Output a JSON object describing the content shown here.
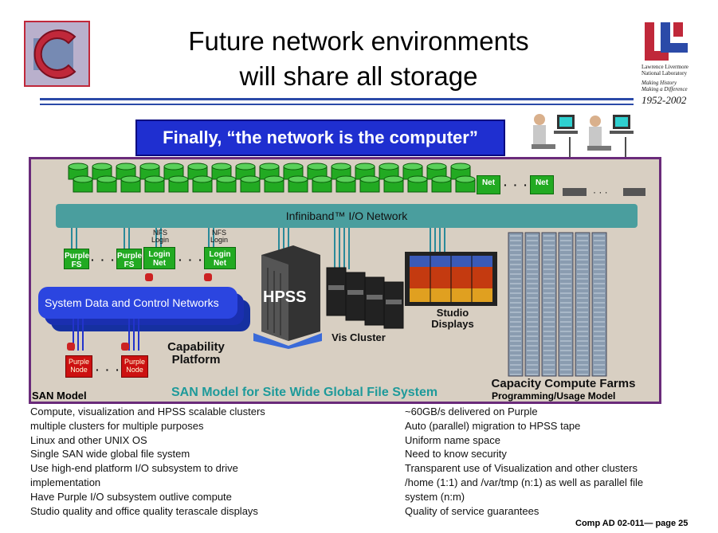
{
  "title_line1": "Future network environments",
  "title_line2": "will share all storage",
  "logo_right": {
    "line1": "Lawrence Livermore",
    "line2": "National Laboratory",
    "tag1": "Making History",
    "tag2": "Making a Difference",
    "years": "1952-2002"
  },
  "banner": "Finally, “the network is the computer”",
  "diagram": {
    "net_box": "Net",
    "infiniband": "Infiniband™ I/O Network",
    "purple_fs": "Purple FS",
    "nfs_login": "NFS Login",
    "login_net": "Login Net",
    "system_networks": "System Data and Control Networks",
    "hpss": "HPSS",
    "vis_cluster": "Vis Cluster",
    "studio_displays": "Studio Displays",
    "purple_node": "Purple Node",
    "capability_platform": "Capability Platform",
    "capacity_farms": "Capacity Compute Farms",
    "san_label": "SAN Model for Site Wide Global File System",
    "san_model": "SAN Model",
    "prog_model": "Programming/Usage Model"
  },
  "left_bullets": [
    "Compute, visualization and HPSS scalable clusters",
    "multiple clusters for multiple purposes",
    "Linux and other UNIX OS",
    "Single SAN wide global file system",
    "Use high-end platform I/O subsystem to drive",
    "implementation",
    "Have Purple I/O subsystem outlive compute",
    "Studio quality and office quality terascale displays"
  ],
  "right_bullets": [
    "~60GB/s delivered on Purple",
    "Auto (parallel) migration to HPSS tape",
    "Uniform name space",
    "Need to know security",
    "Transparent use of Visualization and other clusters",
    "/home (1:1) and /var/tmp (n:1) as well as parallel file",
    "system (n:m)",
    "Quality of service guarantees"
  ],
  "footer": "Comp AD 02-011— page 25",
  "colors": {
    "accent": "#2b4aa8",
    "banner": "#1f2fd0",
    "storage": "#22aa22",
    "infiniband": "#4a9e9e",
    "frame": "#6a2b7a"
  }
}
